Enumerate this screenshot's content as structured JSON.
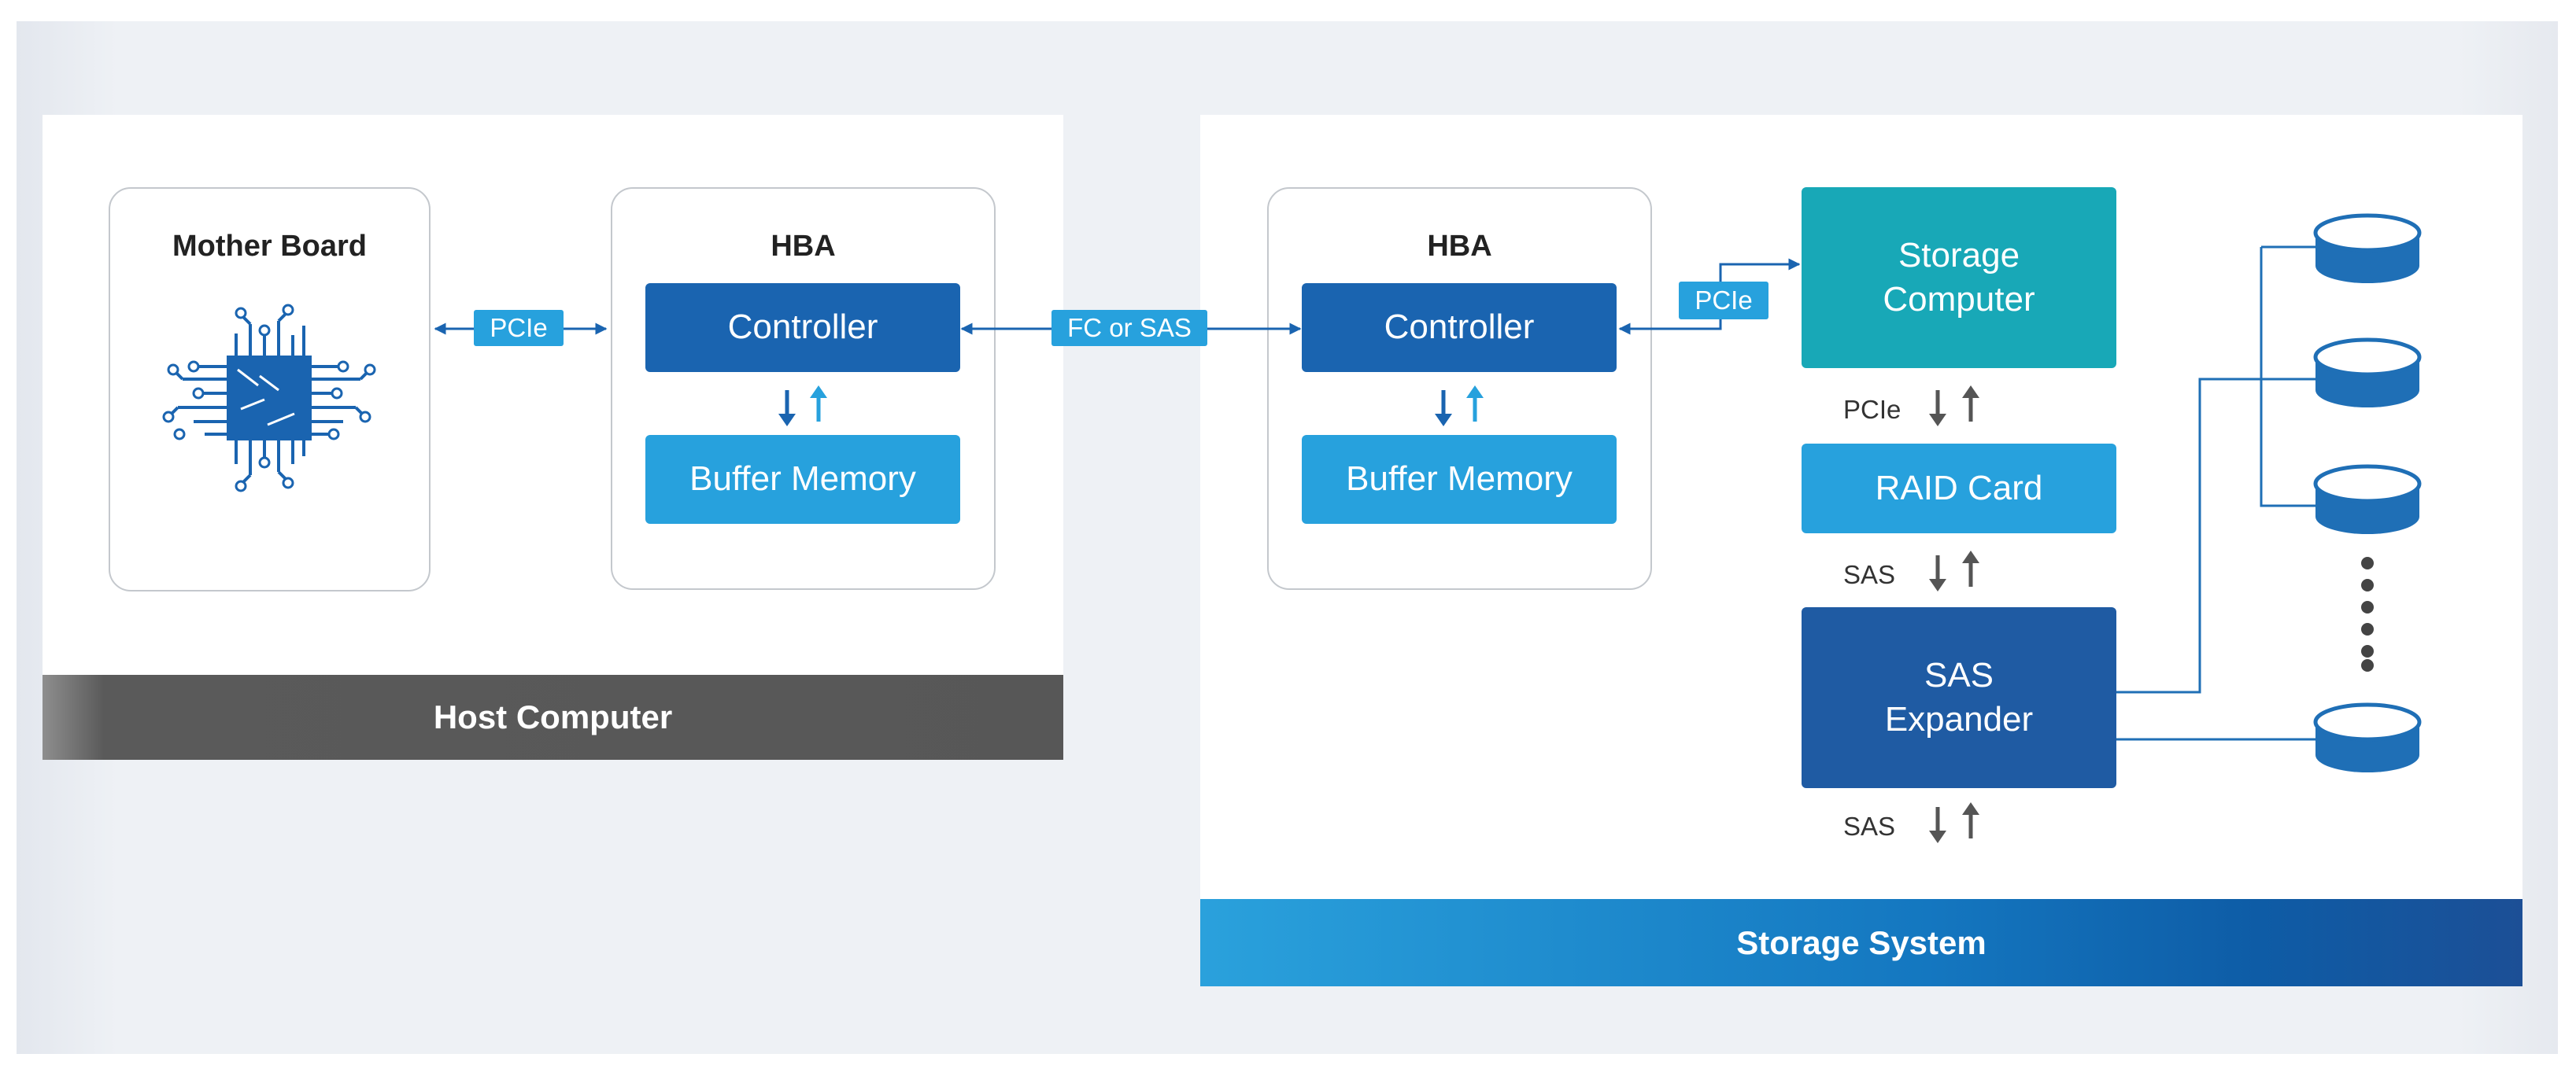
{
  "host": {
    "footer": "Host Computer",
    "motherboard_title": "Mother Board",
    "hba_title": "HBA",
    "controller": "Controller",
    "buffer": "Buffer Memory",
    "link_pcie": "PCIe"
  },
  "link_fc_sas": "FC or SAS",
  "storage": {
    "footer": "Storage System",
    "hba_title": "HBA",
    "controller": "Controller",
    "buffer": "Buffer Memory",
    "link_pcie": "PCIe",
    "storage_computer": "Storage\nComputer",
    "raid_card": "RAID Card",
    "sas_expander": "SAS\nExpander",
    "label_pcie": "PCIe",
    "label_sas_1": "SAS",
    "label_sas_2": "SAS"
  },
  "colors": {
    "dark_blue": "#1a64b0",
    "light_blue": "#27a1dd",
    "teal": "#18a8b7",
    "navy": "#1f5ba3",
    "host_bar": "#575757"
  },
  "icons": {
    "chip": "cpu-chip-icon",
    "arrows": "up-down-arrows-icon",
    "disk": "disk-drive-icon"
  }
}
